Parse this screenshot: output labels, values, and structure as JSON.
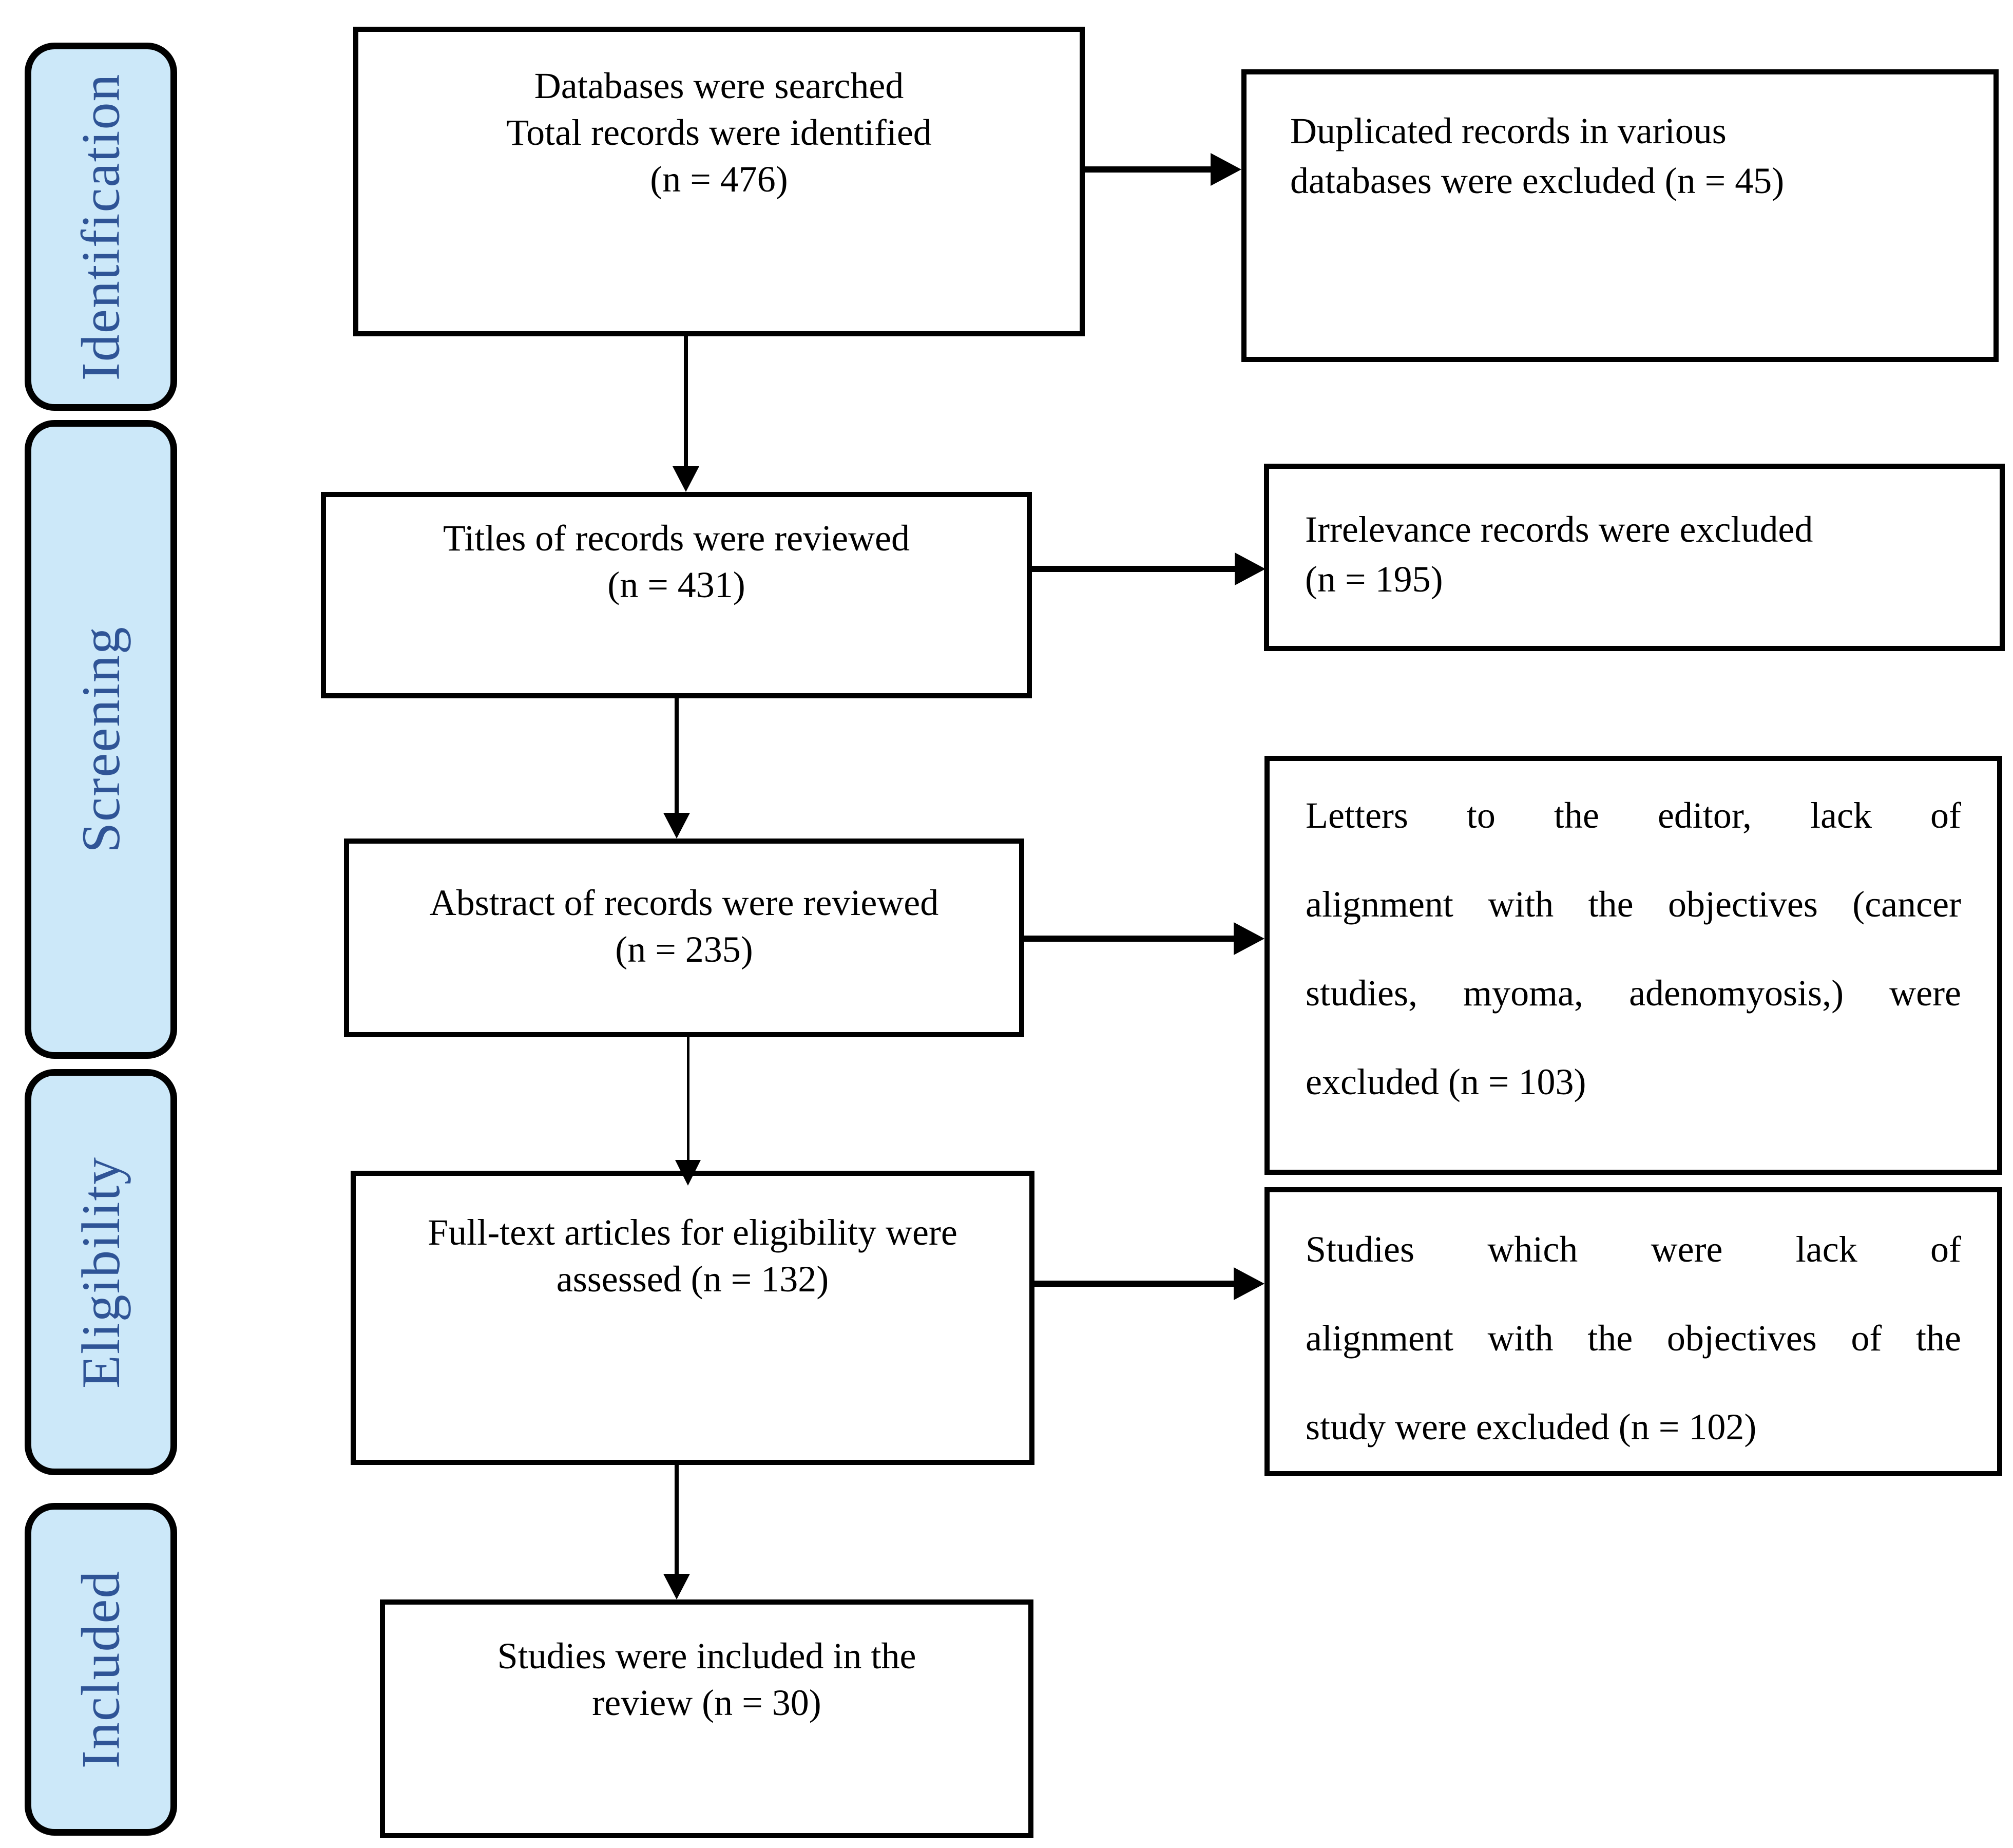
{
  "stages": [
    {
      "label": "Identification"
    },
    {
      "label": "Screening"
    },
    {
      "label": "Eligibility"
    },
    {
      "label": "Included"
    }
  ],
  "flow_boxes": [
    {
      "name": "records-identified",
      "lines": [
        "Databases were searched",
        "Total records were identified",
        "(n = 476)"
      ]
    },
    {
      "name": "titles-reviewed",
      "lines": [
        "Titles of records were reviewed",
        "(n = 431)"
      ]
    },
    {
      "name": "abstracts-reviewed",
      "lines": [
        "Abstract of records were reviewed",
        "(n = 235)"
      ]
    },
    {
      "name": "fulltext-assessed",
      "lines": [
        "Full-text articles for eligibility were",
        "assessed (n = 132)"
      ]
    },
    {
      "name": "studies-included",
      "lines": [
        "Studies were included in the",
        "review (n = 30)"
      ]
    }
  ],
  "exclusion_boxes": [
    {
      "name": "duplicates-excluded",
      "lines": [
        "Duplicated records in various",
        "databases were excluded (n = 45)"
      ]
    },
    {
      "name": "irrelevant-excluded",
      "lines": [
        "Irrelevance records were excluded",
        "(n = 195)"
      ]
    },
    {
      "name": "letters-excluded",
      "lines": [
        "Letters to the editor, lack of",
        "alignment with the objectives (cancer",
        "studies, myoma, adenomyosis,) were",
        "excluded (n = 103)"
      ]
    },
    {
      "name": "misaligned-excluded",
      "lines": [
        "Studies which were lack of",
        "alignment with the objectives of the",
        "study were excluded (n = 102)"
      ]
    }
  ],
  "counts": {
    "identified": 476,
    "titles_reviewed": 431,
    "abstracts_reviewed": 235,
    "fulltext_assessed": 132,
    "included": 30,
    "duplicates_excluded": 45,
    "irrelevant_excluded": 195,
    "letters_excluded": 103,
    "misaligned_excluded": 102
  },
  "colors": {
    "stage_fill": "#cce8f9",
    "stage_text": "#2f5496",
    "border": "#000000",
    "box_fill": "#ffffff",
    "text": "#000000"
  }
}
